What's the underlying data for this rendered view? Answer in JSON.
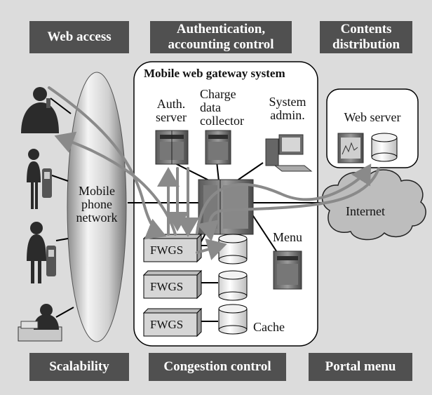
{
  "header": {
    "web_access": "Web access",
    "auth_line1": "Authentication,",
    "auth_line2": "accounting control",
    "contents_line1": "Contents",
    "contents_line2": "distribution"
  },
  "gateway": {
    "title": "Mobile web gateway system",
    "auth_server_line1": "Auth.",
    "auth_server_line2": "server",
    "charge_line1": "Charge",
    "charge_line2": "data",
    "charge_line3": "collector",
    "sysadmin_line1": "System",
    "sysadmin_line2": "admin.",
    "fwgs_labels": [
      "FWGS",
      "FWGS",
      "FWGS"
    ],
    "menu": "Menu",
    "cache": "Cache"
  },
  "network": {
    "line1": "Mobile",
    "line2": "phone",
    "line3": "network"
  },
  "web_server": "Web server",
  "internet": "Internet",
  "footer": {
    "scalability": "Scalability",
    "congestion": "Congestion control",
    "portal": "Portal menu"
  },
  "colors": {
    "background": "#dcdcdc",
    "label_box": "#505050",
    "arrow": "#8a8a8a",
    "line": "#000000"
  }
}
